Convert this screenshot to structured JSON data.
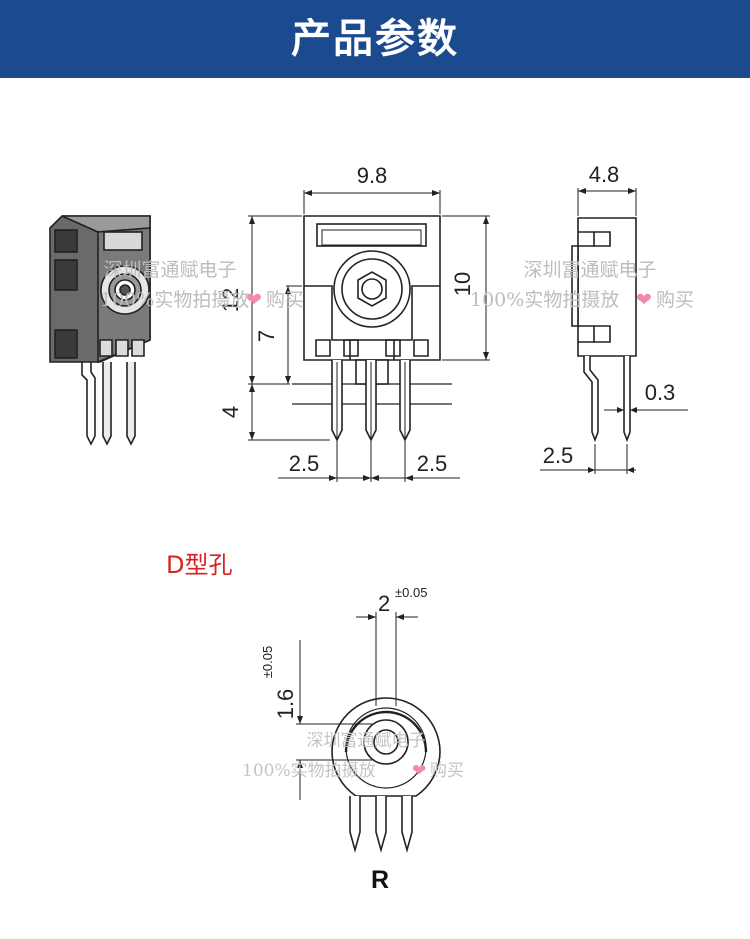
{
  "header": {
    "title": "产品参数"
  },
  "dimensions": {
    "front_width": "9.8",
    "front_height": "10",
    "total_height": "12",
    "body_to_pin": "7",
    "pin_length": "4",
    "pitch_left": "2.5",
    "pitch_right": "2.5",
    "side_width": "4.8",
    "pin_thickness": "0.3",
    "side_pin_offset": "2.5"
  },
  "detail": {
    "section_label": "D型孔",
    "hole_width": "2",
    "hole_width_tol": "±0.05",
    "hole_height": "1.6",
    "hole_height_tol": "±0.05",
    "view_label": "R"
  },
  "watermark": {
    "line1": "深圳富通赋电子",
    "line2_a": "100%实物拍摄放",
    "line2_b": "购买",
    "heart": "❤"
  },
  "colors": {
    "banner": "#1c4a8e",
    "section_label": "#d62222",
    "heart": "#f08ab0"
  }
}
